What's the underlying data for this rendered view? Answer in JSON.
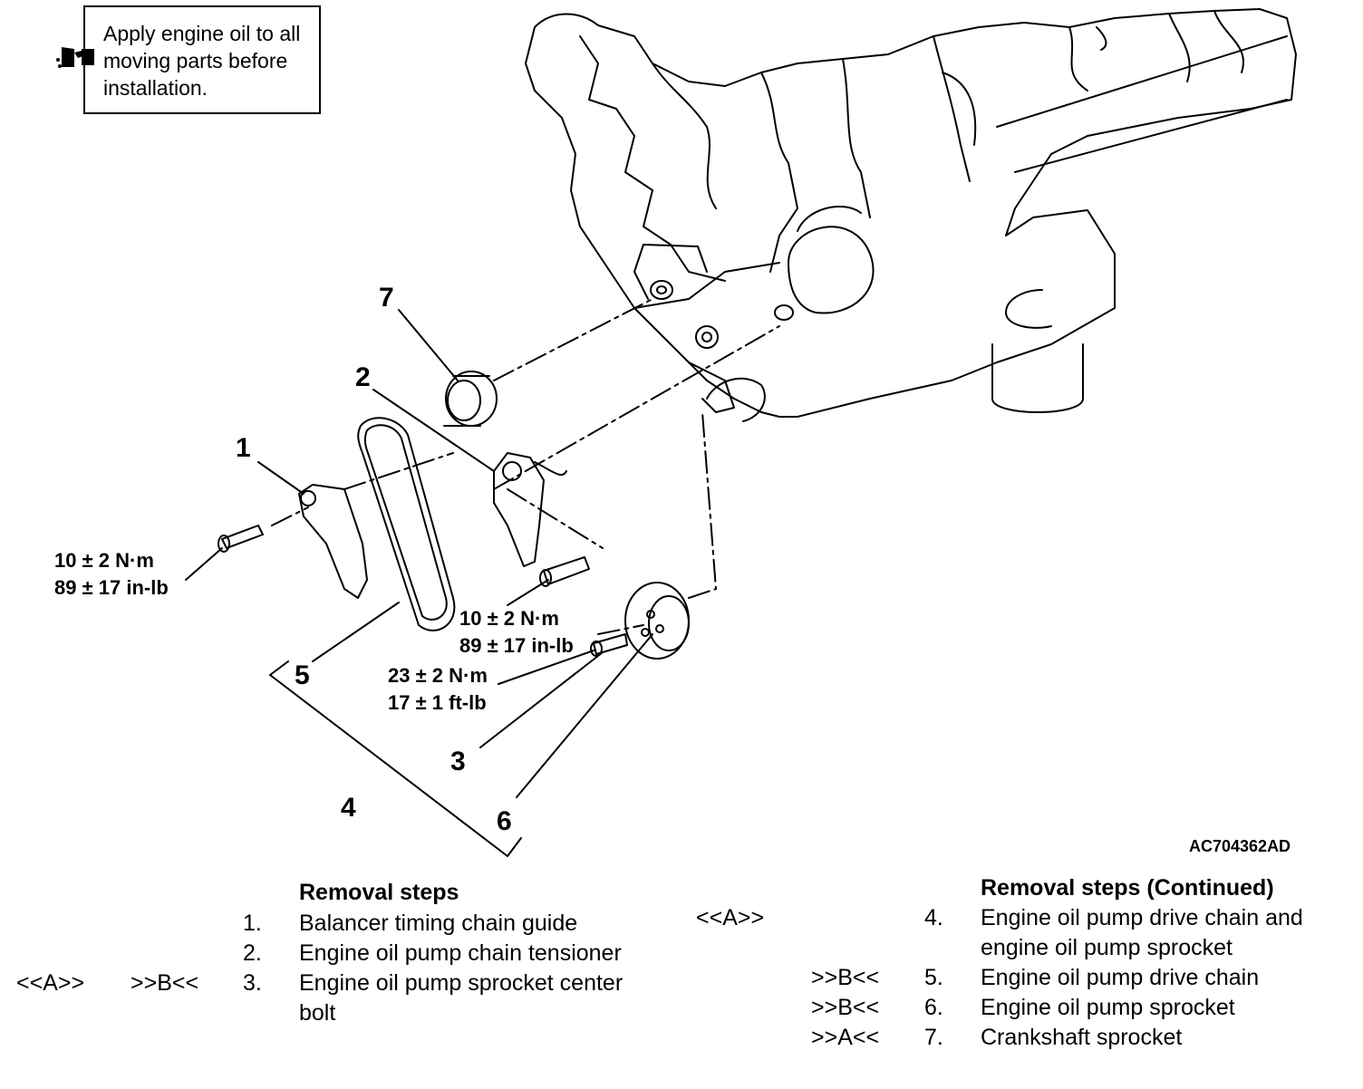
{
  "note": {
    "text": "Apply engine oil to all moving parts before installation.",
    "icon": "oil-can-icon"
  },
  "callouts": [
    "1",
    "2",
    "3",
    "4",
    "5",
    "6",
    "7"
  ],
  "torque": {
    "guide_bolt": [
      "10 ± 2 N·m",
      "89 ± 17 in-lb"
    ],
    "tensioner_bolt": [
      "10 ± 2 N·m",
      "89 ± 17 in-lb"
    ],
    "center_bolt": [
      "23 ± 2 N·m",
      "17 ± 1 ft-lb"
    ]
  },
  "reference_code": "AC704362AD",
  "removal_left": {
    "title": "Removal steps",
    "steps": [
      {
        "num": "1.",
        "lines": [
          "Balancer timing chain guide"
        ],
        "removal": "",
        "install": ""
      },
      {
        "num": "2.",
        "lines": [
          "Engine oil pump chain tensioner"
        ],
        "removal": "",
        "install": ""
      },
      {
        "num": "3.",
        "lines": [
          "Engine oil pump sprocket center",
          "bolt"
        ],
        "removal": "<<A>>",
        "install": ">>B<<"
      }
    ]
  },
  "removal_right": {
    "title": "Removal steps (Continued)",
    "steps": [
      {
        "num": "4.",
        "lines": [
          "Engine oil pump drive chain and",
          "engine oil pump sprocket"
        ],
        "removal": "<<A>>",
        "install": ""
      },
      {
        "num": "5.",
        "lines": [
          "Engine oil pump drive chain"
        ],
        "removal": "",
        "install": ">>B<<"
      },
      {
        "num": "6.",
        "lines": [
          "Engine oil pump sprocket"
        ],
        "removal": "",
        "install": ">>B<<"
      },
      {
        "num": "7.",
        "lines": [
          "Crankshaft sprocket"
        ],
        "removal": "",
        "install": ">>A<<"
      }
    ]
  }
}
